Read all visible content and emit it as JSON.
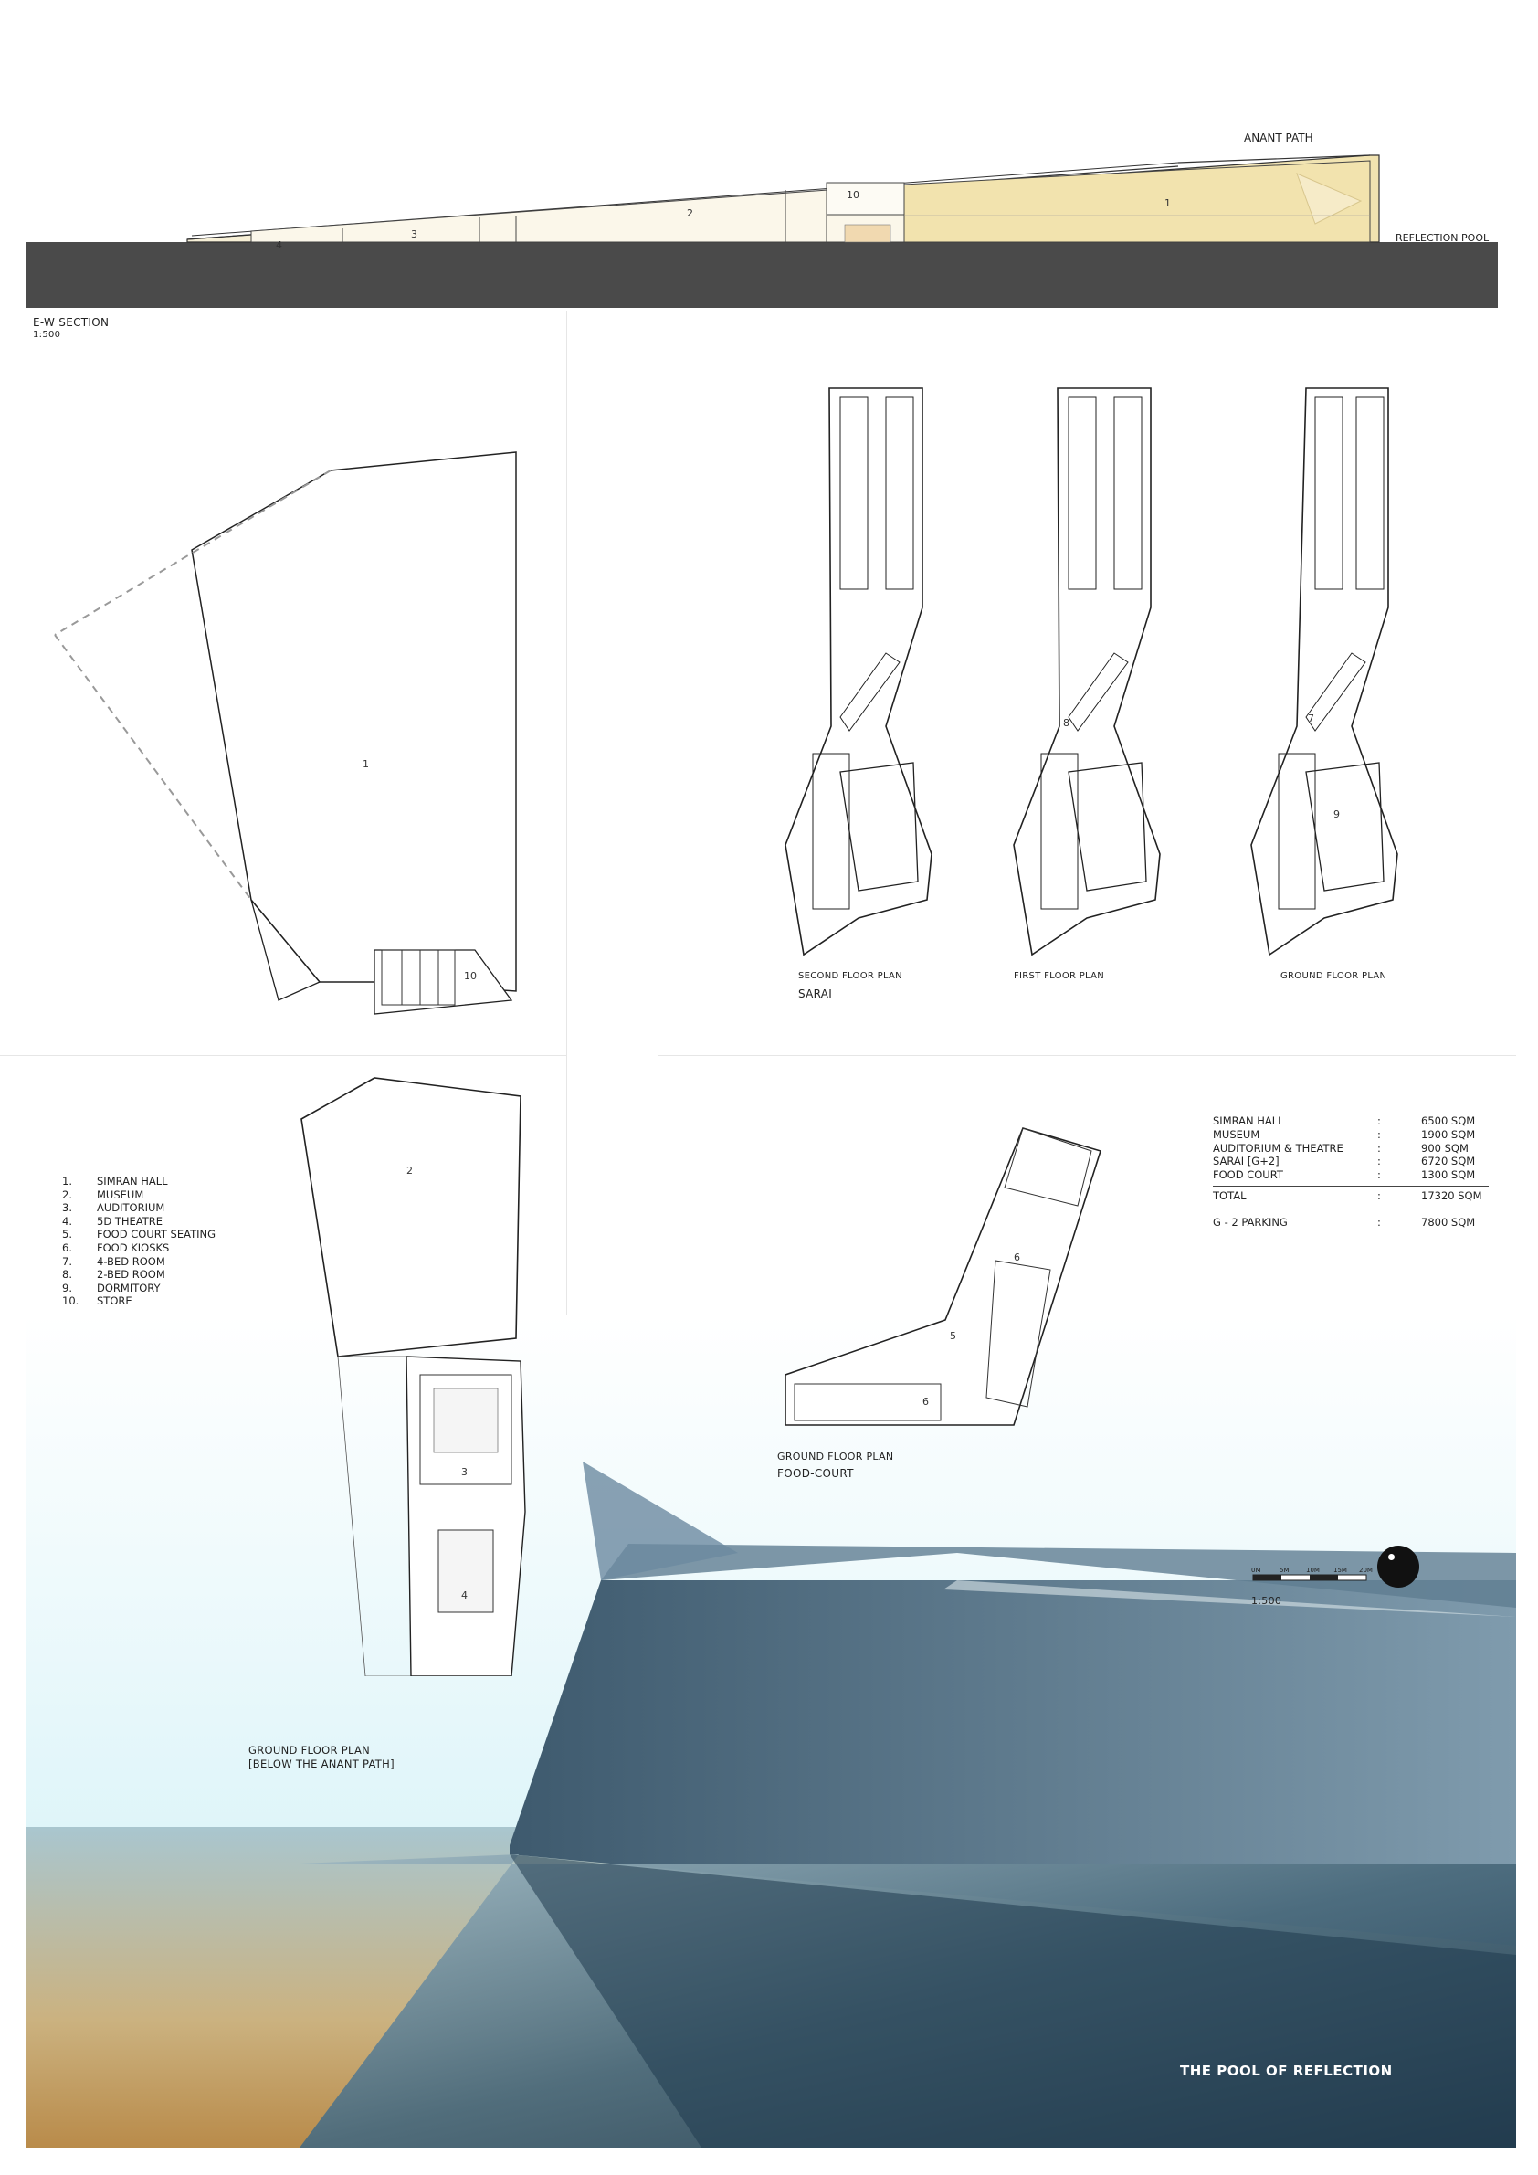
{
  "section": {
    "title": "E-W SECTION",
    "scale": "1:500",
    "path_label": "ANANT PATH",
    "pool_label": "REFLECTION POOL",
    "space_numbers": [
      "1",
      "2",
      "3",
      "4",
      "10"
    ]
  },
  "simran_plan": {
    "number_1": "1",
    "number_10": "10"
  },
  "sarai": {
    "second_floor": "SECOND FLOOR PLAN",
    "sarai_label": "SARAI",
    "first_floor": "FIRST FLOOR PLAN",
    "ground_floor": "GROUND FLOOR PLAN",
    "n7": "7",
    "n8": "8",
    "n9": "9"
  },
  "legend": {
    "items": [
      {
        "n": "1.",
        "label": "SIMRAN HALL"
      },
      {
        "n": "2.",
        "label": "MUSEUM"
      },
      {
        "n": "3.",
        "label": "AUDITORIUM"
      },
      {
        "n": "4.",
        "label": "5D THEATRE"
      },
      {
        "n": "5.",
        "label": "FOOD COURT SEATING"
      },
      {
        "n": "6.",
        "label": "FOOD KIOSKS"
      },
      {
        "n": "7.",
        "label": "4-BED ROOM"
      },
      {
        "n": "8.",
        "label": "2-BED ROOM"
      },
      {
        "n": "9.",
        "label": "DORMITORY"
      },
      {
        "n": "10.",
        "label": "STORE"
      }
    ]
  },
  "ground_plan": {
    "title_line1": "GROUND FLOOR PLAN",
    "title_line2": "[BELOW THE ANANT PATH]",
    "n2": "2",
    "n3": "3",
    "n4": "4"
  },
  "food_court": {
    "title_line1": "GROUND FLOOR PLAN",
    "title_line2": "FOOD-COURT",
    "n5": "5",
    "n6a": "6",
    "n6b": "6"
  },
  "areas": {
    "rows": [
      {
        "k": "SIMRAN HALL",
        "v": "6500 SQM"
      },
      {
        "k": "MUSEUM",
        "v": "1900 SQM"
      },
      {
        "k": "AUDITORIUM & THEATRE",
        "v": "900 SQM"
      },
      {
        "k": "SARAI [G+2]",
        "v": "6720 SQM"
      },
      {
        "k": "FOOD COURT",
        "v": "1300 SQM"
      }
    ],
    "colon": ":",
    "total_label": "TOTAL",
    "total_value": "17320 SQM",
    "parking_label": "G - 2 PARKING",
    "parking_value": "7800 SQM"
  },
  "scale_bar": {
    "ticks": [
      "0M",
      "5M",
      "10M",
      "15M",
      "20M"
    ],
    "scale": "1:500"
  },
  "render": {
    "caption": "THE POOL OF REFLECTION"
  },
  "colors": {
    "ground": "#4a4a4a",
    "roof_fill": "#f3e9c4",
    "water": "#2d4a5e",
    "sky": "#e4f7fb",
    "sand": "#c8a46a"
  }
}
